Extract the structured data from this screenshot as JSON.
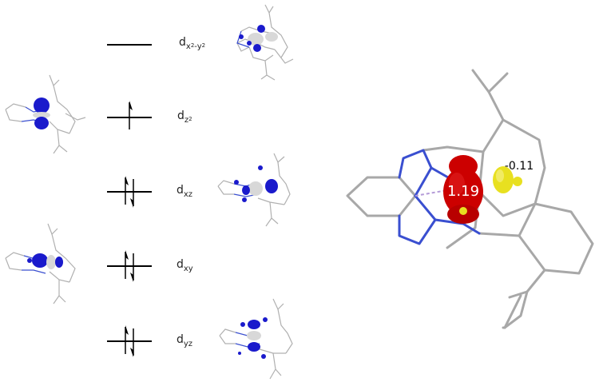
{
  "orbitals": [
    {
      "id": "dx2y2",
      "base": "d",
      "sub_main": "x",
      "sup1": "2",
      "sub_mid": "-y",
      "sup2": "2",
      "occupancy": 0
    },
    {
      "id": "dz2",
      "base": "d",
      "sub_main": "z",
      "sup1": "2",
      "sub_mid": "",
      "sup2": "",
      "occupancy": 1
    },
    {
      "id": "dxz",
      "base": "d",
      "sub_main": "xz",
      "sup1": "",
      "sub_mid": "",
      "sup2": "",
      "occupancy": 2
    },
    {
      "id": "dxy",
      "base": "d",
      "sub_main": "xy",
      "sup1": "",
      "sub_mid": "",
      "sup2": "",
      "occupancy": 2
    },
    {
      "id": "dyz",
      "base": "d",
      "sub_main": "yz",
      "sup1": "",
      "sub_mid": "",
      "sup2": "",
      "occupancy": 2
    }
  ],
  "spin_density": {
    "metal_value": "1.19",
    "ligand_value": "-0.11",
    "metal_color": "#cc0000",
    "ligand_color": "#e8e020"
  },
  "colors": {
    "orbital_lobe": "#1a1acc",
    "orbital_light": "#d8d8d8",
    "bond_gray": "#a8a8a8",
    "bond_blue": "#3a4fd0"
  }
}
